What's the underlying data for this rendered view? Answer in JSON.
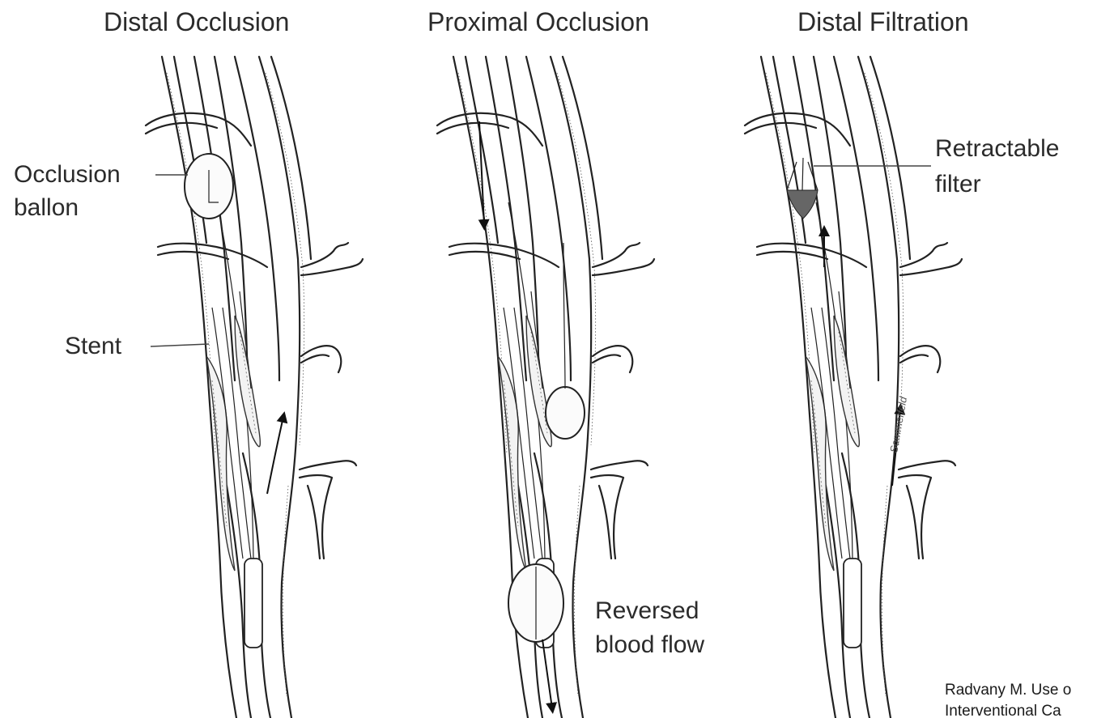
{
  "panels": [
    {
      "title": "Distal Occlusion",
      "labels": [
        "Occlusion",
        "ballon",
        "Stent"
      ]
    },
    {
      "title": "Proximal Occlusion",
      "labels": [
        "Reversed",
        "blood flow"
      ]
    },
    {
      "title": "Distal Filtration",
      "labels": [
        "Retractable",
        "filter"
      ]
    }
  ],
  "citation": {
    "line1": "Radvany M. Use o",
    "line2": "Interventional Ca"
  },
  "signature": "Sommerfeld"
}
